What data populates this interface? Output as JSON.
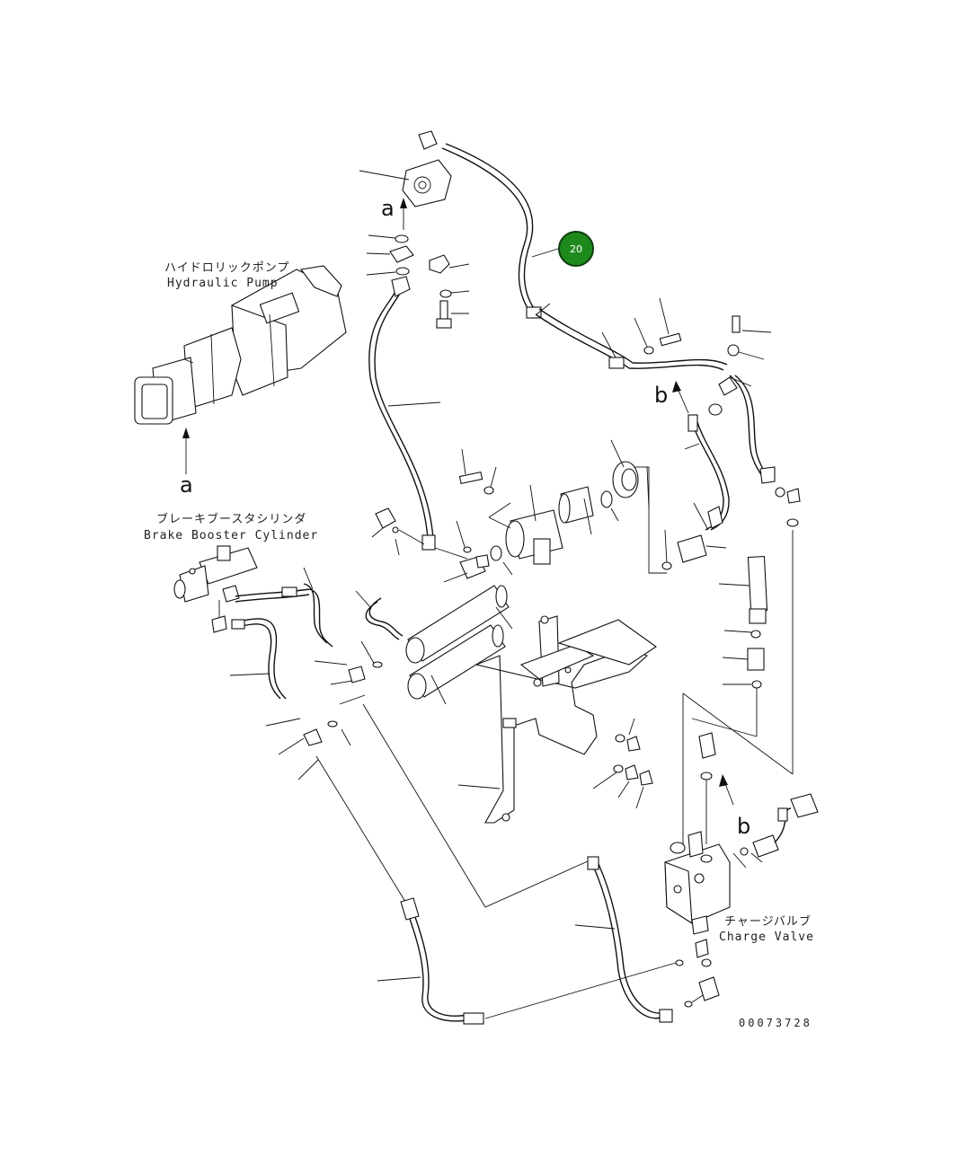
{
  "labels": {
    "hydraulic_pump_jp": "ハイドロリックポンプ",
    "hydraulic_pump_en": "Hydraulic Pump",
    "brake_booster_jp": "ブレーキブースタシリンダ",
    "brake_booster_en": "Brake Booster Cylinder",
    "charge_valve_jp": "チャージバルブ",
    "charge_valve_en": "Charge Valve"
  },
  "view_markers": {
    "a_top": "a",
    "a_bottom": "a",
    "b_top": "b",
    "b_bottom": "b"
  },
  "callout": {
    "number": "20",
    "color": "#1e8a1e"
  },
  "drawing_number": "00073728"
}
